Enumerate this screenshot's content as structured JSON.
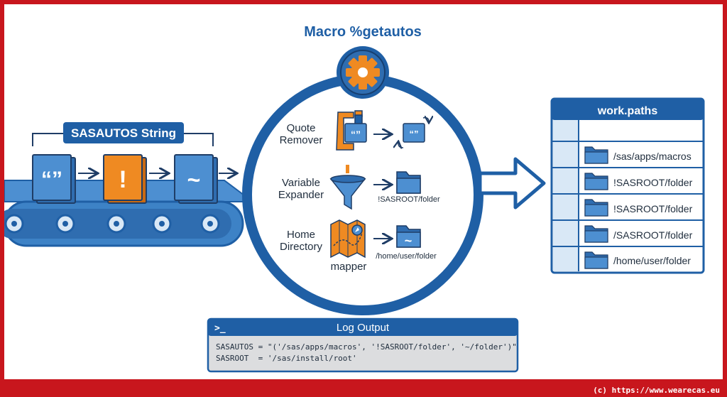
{
  "title": "Macro %getautos",
  "colors": {
    "blue_dark": "#1f5fa5",
    "blue_mid": "#3d82c6",
    "blue_light": "#d9e8f6",
    "orange": "#ef8a22",
    "gray": "#c9cbcd",
    "frame_red": "#c8161d"
  },
  "conveyor": {
    "label": "SASAUTOS String",
    "cards": [
      {
        "glyph": "“”",
        "icon": "quote-icon"
      },
      {
        "glyph": "!",
        "icon": "exclamation-icon"
      },
      {
        "glyph": "~",
        "icon": "tilde-icon"
      }
    ]
  },
  "steps": [
    {
      "label_line1": "Quote",
      "label_line2": "Remover",
      "icon": "clamp-icon",
      "output_glyph": "“”"
    },
    {
      "label_line1": "Variable",
      "label_line2": "Expander",
      "icon": "funnel-icon",
      "output_caption": "!SASROOT/folder"
    },
    {
      "label_line1": "Home",
      "label_line2": "Directory",
      "label_line3": "mapper",
      "icon": "map-icon",
      "output_glyph": "~",
      "output_caption": "/home/user/folder"
    }
  ],
  "table": {
    "title": "work.paths",
    "rows": [
      "/sas/apps/macros",
      "!SASROOT/folder",
      "!SASROOT/folder",
      "/SASROOT/folder",
      "/home/user/folder"
    ]
  },
  "log": {
    "title": "Log Output",
    "prompt_glyph": ">_",
    "line1": "SASAUTOS = \"('/sas/apps/macros', '!SASROOT/folder', '~/folder')\"",
    "line2": "SASROOT  = '/sas/install/root'"
  },
  "footer": "(c) https://www.wearecas.eu"
}
